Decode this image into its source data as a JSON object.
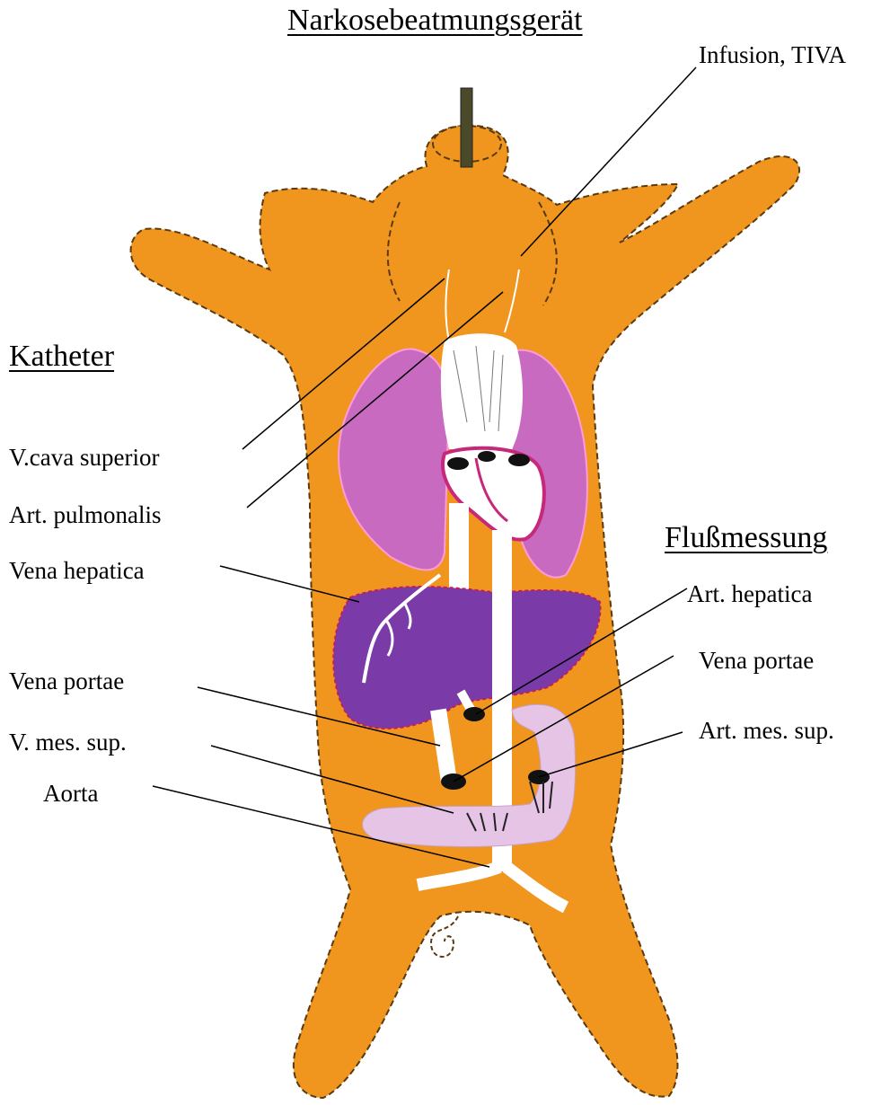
{
  "title": "Narkosebeatmungsgerät",
  "infusion_label": "Infusion, TIVA",
  "katheter": {
    "heading": "Katheter",
    "items": [
      "V.cava superior",
      "Art. pulmonalis",
      "Vena hepatica",
      "Vena portae",
      "V. mes. sup.",
      "Aorta"
    ]
  },
  "flussmessung": {
    "heading": "Flußmessung",
    "items": [
      "Art. hepatica",
      "Vena portae",
      "Art. mes. sup."
    ]
  },
  "colors": {
    "body": "#F0961E",
    "lung": "#C86BC0",
    "liver": "#7A3BA8",
    "intestine": "#E6C4E6",
    "heart_outline": "#C8287A",
    "vessel": "#FFFFFF",
    "tube": "#4A4A2A"
  }
}
